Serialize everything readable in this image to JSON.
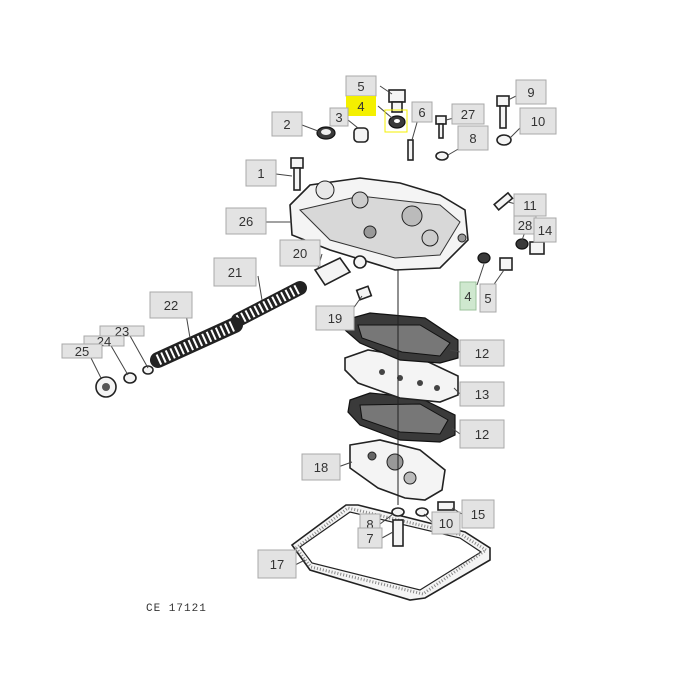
{
  "diagram": {
    "reference_code": "CE 17121",
    "highlight_color": "#f4f000",
    "callout_4_color": "#cfe8cf",
    "labels": [
      "5",
      "4",
      "6",
      "27",
      "9",
      "10",
      "2",
      "3",
      "8",
      "1",
      "11",
      "26",
      "28",
      "14",
      "20",
      "21",
      "4",
      "5",
      "22",
      "23",
      "24",
      "25",
      "19",
      "12",
      "13",
      "12",
      "18",
      "15",
      "8",
      "10",
      "7",
      "17"
    ]
  }
}
